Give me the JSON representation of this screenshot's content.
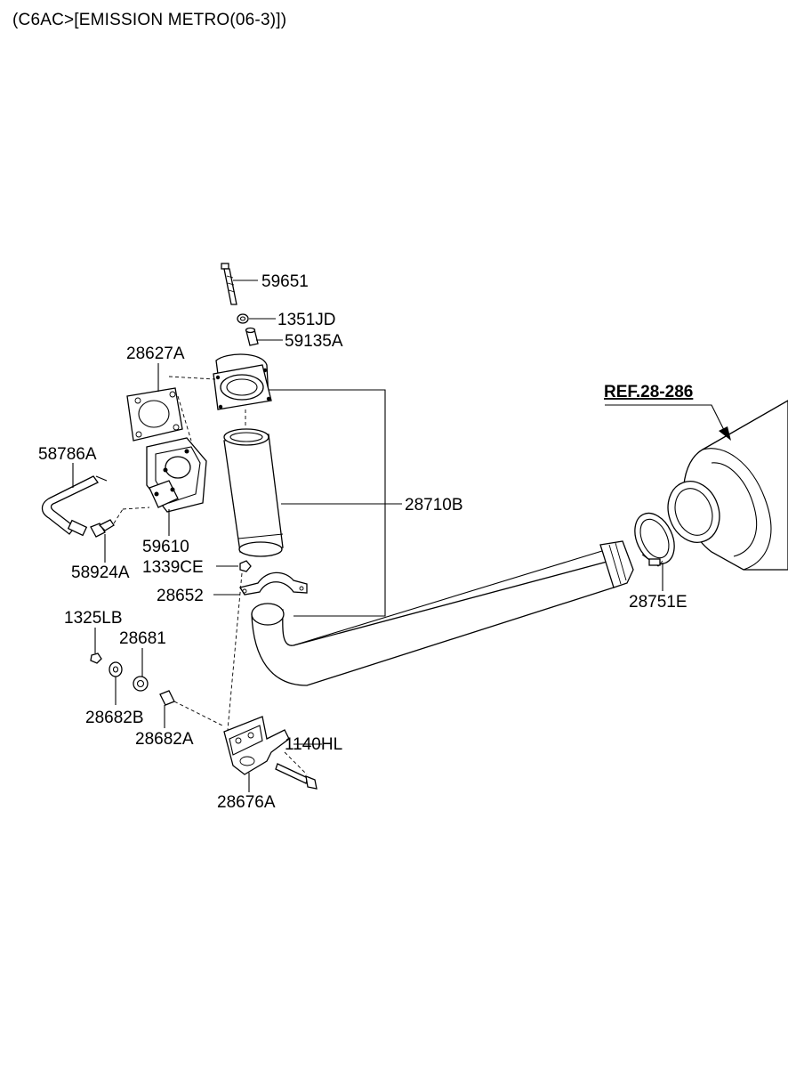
{
  "header": {
    "title": "(C6AC>[EMISSION METRO(06-3)])"
  },
  "reference": {
    "label": "REF.28-286"
  },
  "parts": [
    {
      "id": "p1",
      "label": "59651"
    },
    {
      "id": "p2",
      "label": "1351JD"
    },
    {
      "id": "p3",
      "label": "59135A"
    },
    {
      "id": "p4",
      "label": "28627A"
    },
    {
      "id": "p5",
      "label": "58786A"
    },
    {
      "id": "p6",
      "label": "59610"
    },
    {
      "id": "p7",
      "label": "58924A"
    },
    {
      "id": "p8",
      "label": "1339CE"
    },
    {
      "id": "p9",
      "label": "28652"
    },
    {
      "id": "p10",
      "label": "28710B"
    },
    {
      "id": "p11",
      "label": "28751E"
    },
    {
      "id": "p12",
      "label": "1325LB"
    },
    {
      "id": "p13",
      "label": "28681"
    },
    {
      "id": "p14",
      "label": "28682B"
    },
    {
      "id": "p15",
      "label": "28682A"
    },
    {
      "id": "p16",
      "label": "1140HL"
    },
    {
      "id": "p17",
      "label": "28676A"
    }
  ]
}
